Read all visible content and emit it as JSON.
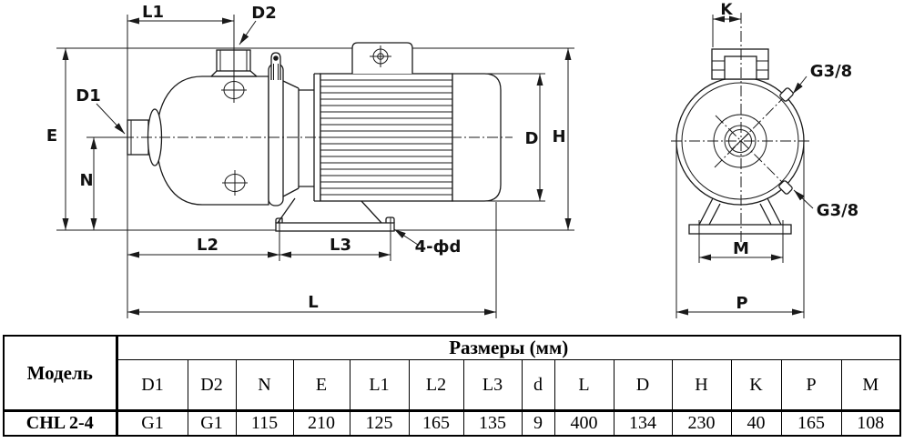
{
  "drawing": {
    "line_color": "#1a1a1a",
    "side_view_labels": {
      "L1": "L1",
      "D2": "D2",
      "D1": "D1",
      "E": "E",
      "N": "N",
      "L2": "L2",
      "L3": "L3",
      "holes": "4-фd",
      "L": "L",
      "D": "D",
      "H": "H"
    },
    "front_view_labels": {
      "K": "K",
      "G38_top": "G3/8",
      "G38_bottom": "G3/8",
      "M": "M",
      "P": "P"
    }
  },
  "table": {
    "model_header": "Модель",
    "size_header": "Размеры (мм)",
    "columns": [
      "D1",
      "D2",
      "N",
      "E",
      "L1",
      "L2",
      "L3",
      "d",
      "L",
      "D",
      "H",
      "K",
      "P",
      "M"
    ],
    "rows": [
      {
        "model": "CHL 2-4",
        "values": [
          "G1",
          "G1",
          "115",
          "210",
          "125",
          "165",
          "135",
          "9",
          "400",
          "134",
          "230",
          "40",
          "165",
          "108"
        ]
      }
    ]
  }
}
